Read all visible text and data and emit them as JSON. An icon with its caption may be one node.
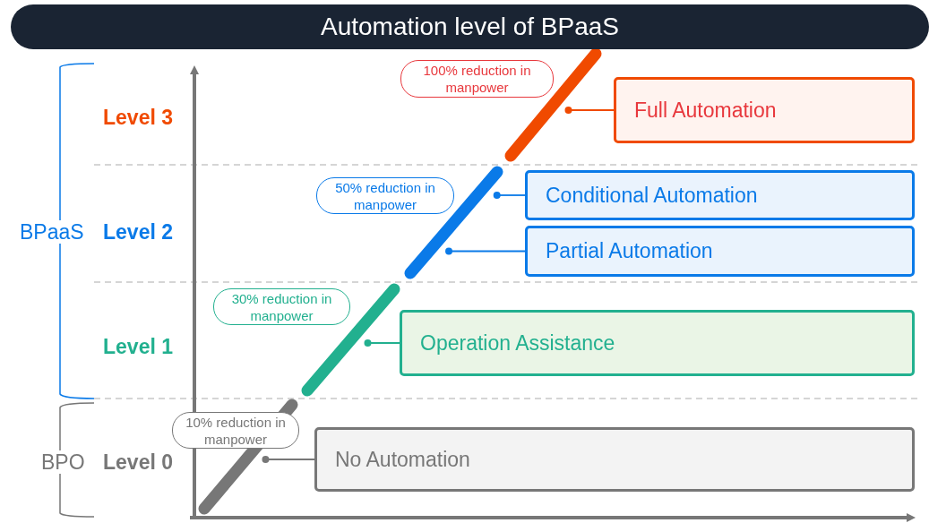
{
  "diagram": {
    "title": "Automation level of BPaaS",
    "nodes": [
      {
        "text": [
          "100% reduction in manpower"
        ]
      },
      {
        "text": [],
        "shape": "bar"
      },
      {
        "text": [
          "Full Automation"
        ]
      },
      {
        "text": [
          "50% reduction in manpower"
        ]
      },
      {
        "text": [],
        "shape": "bar"
      },
      {
        "text": [
          "Conditional Automation"
        ]
      },
      {
        "text": [
          "Partial Automation"
        ]
      },
      {
        "text": [
          "30% reduction in manpower"
        ]
      },
      {
        "text": [],
        "shape": "bar"
      },
      {
        "text": [
          "Operation Assistance"
        ]
      },
      {
        "text": [
          "10% reduction in manpower"
        ]
      },
      {
        "text": [],
        "shape": "bar"
      },
      {
        "text": [
          "No Automation"
        ]
      }
    ],
    "edges": [
      {
        "from": 2,
        "to": 1,
        "arrow": "other",
        "color": "#f04a00"
      },
      {
        "from": 5,
        "to": 4,
        "arrow": "other",
        "color": "#0a7ae8"
      },
      {
        "from": 6,
        "to": 4,
        "arrow": "other",
        "color": "#0a7ae8"
      },
      {
        "from": 9,
        "to": 8,
        "arrow": "other",
        "color": "#22b08f"
      },
      {
        "from": 12,
        "to": 11,
        "arrow": "other",
        "color": "#777777"
      }
    ],
    "labels": [
      "Level 3",
      "BPaaS",
      "Level 2",
      "Level 1",
      "BPO",
      "Level 0"
    ]
  }
}
